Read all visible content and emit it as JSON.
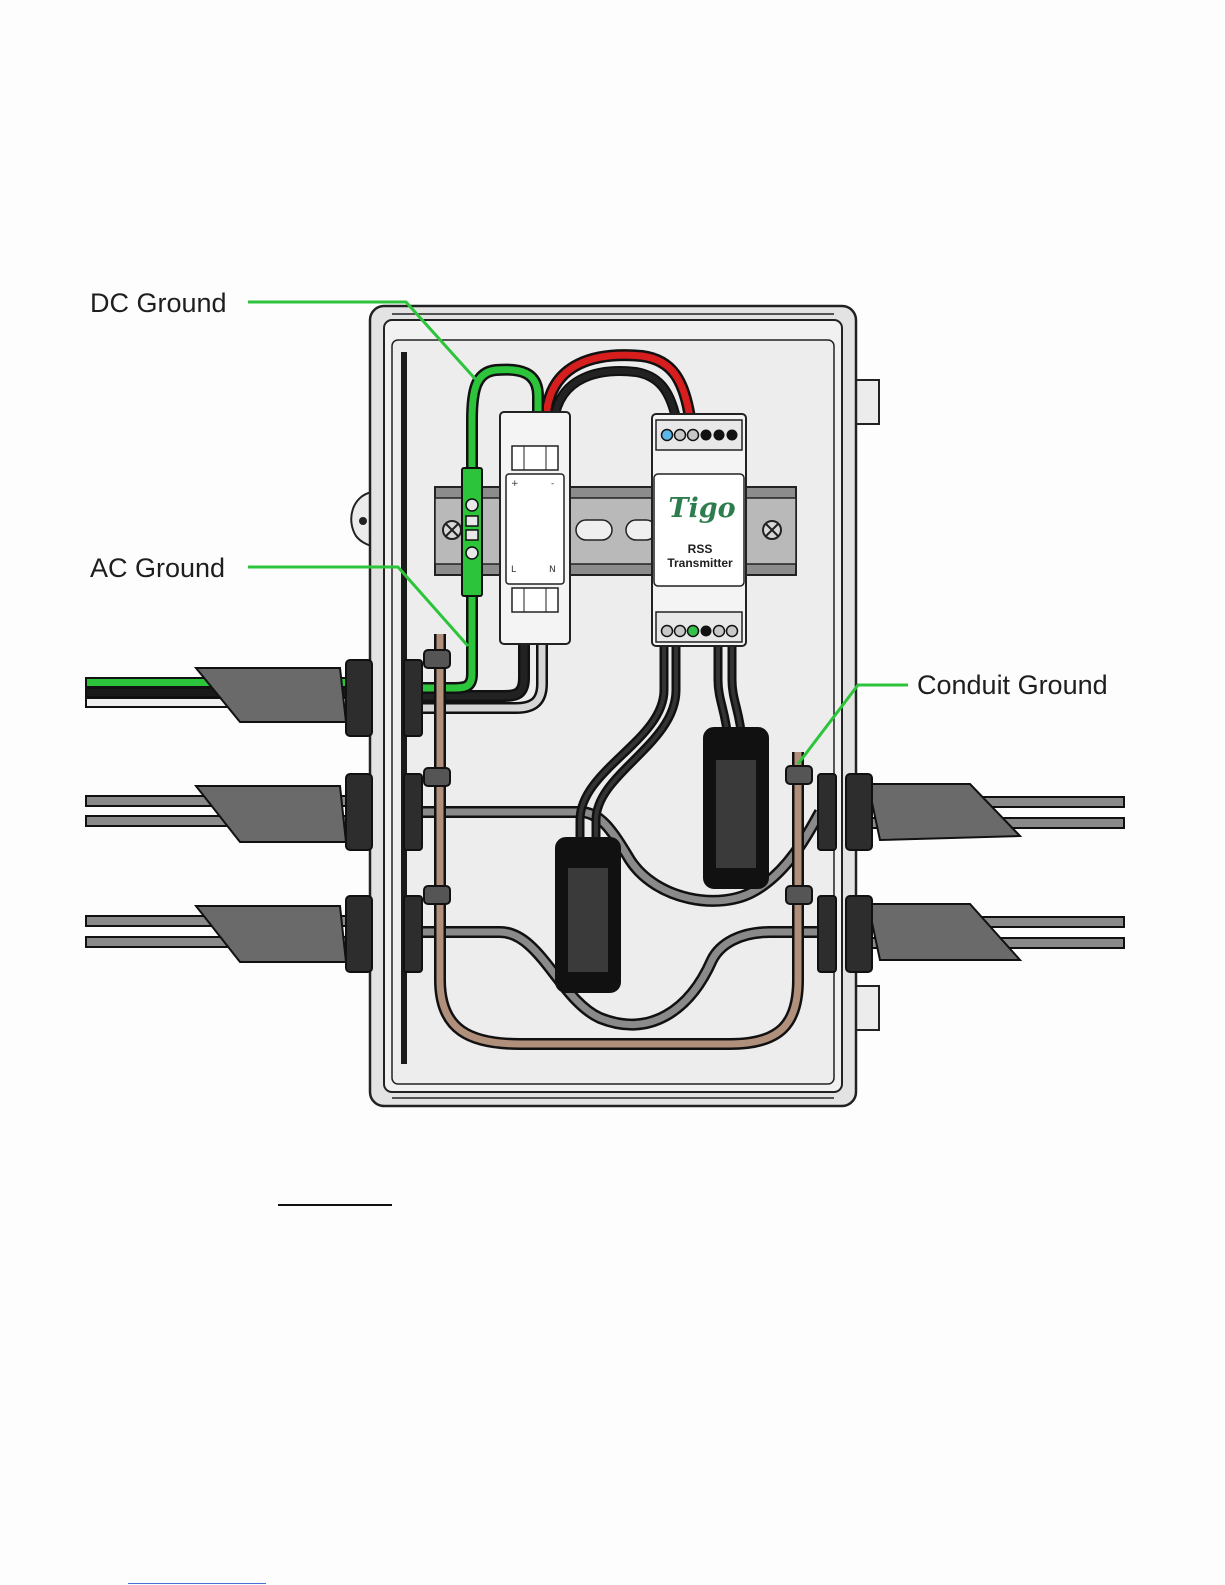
{
  "labels": {
    "dc_ground": "DC Ground",
    "ac_ground": "AC Ground",
    "conduit_ground": "Conduit Ground"
  },
  "transmitter": {
    "brand": "Tigo",
    "name_line1": "RSS",
    "name_line2": "Transmitter"
  },
  "power_supply": {
    "plus": "+",
    "minus": "-",
    "line": "L",
    "neutral": "N"
  },
  "colors": {
    "ground_green": "#2cc43a",
    "conduit_ground_brown": "#b08f7b",
    "enclosure": "#ececec",
    "wire_red": "#d71e1e",
    "wire_black": "#151515",
    "wire_gray": "#8a8a8a",
    "cable_gland": "#2d2d2d",
    "status_blue": "#5db8e8",
    "status_green": "#36c24a"
  },
  "icons": [
    "screw-icon",
    "cable-gland-icon",
    "led-indicator-icon"
  ]
}
